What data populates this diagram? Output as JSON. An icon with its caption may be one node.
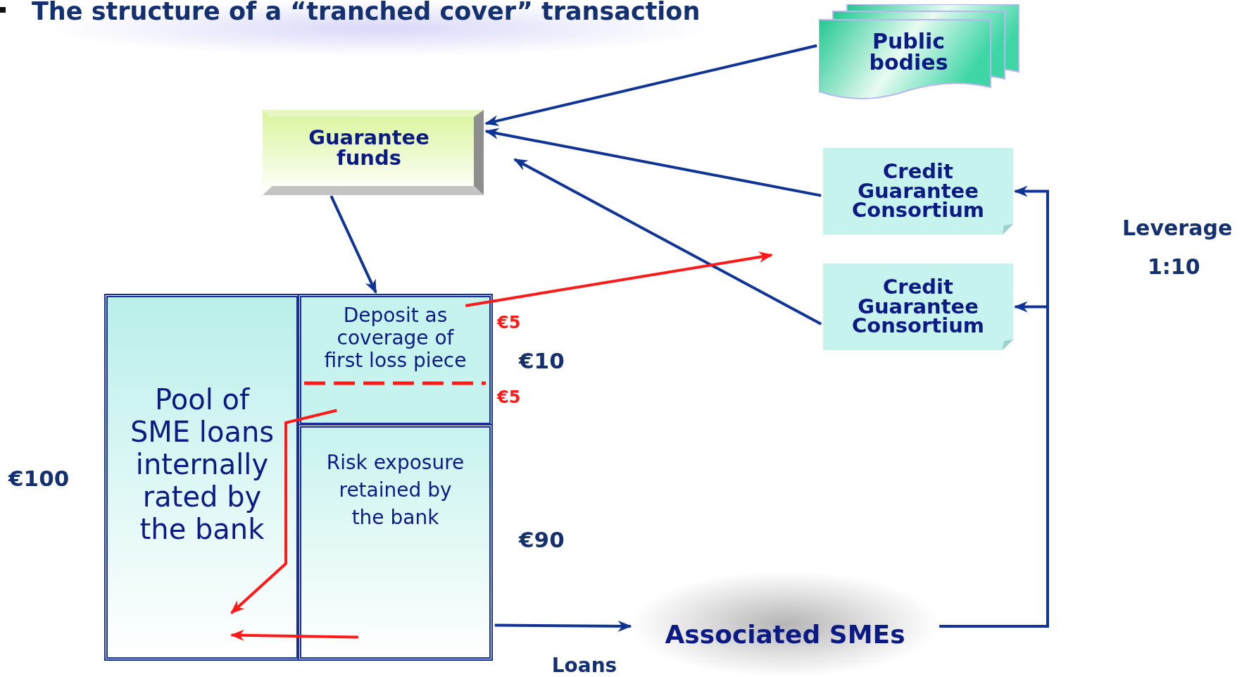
{
  "diagram": {
    "title": "The structure of a “tranched cover” transaction",
    "nodes": [
      {
        "text": [
          "Public bodies"
        ]
      },
      {
        "text": [
          "Guarantee funds"
        ]
      },
      {
        "text": [
          "Credit Guarantee Consortium"
        ]
      },
      {
        "text": [
          "Credit Guarantee Consortium"
        ]
      },
      {
        "text": [
          "Pool of SME loans internally rated by the bank"
        ]
      },
      {
        "text": [
          "Deposit as coverage of first loss piece"
        ]
      },
      {
        "text": [
          "Risk exposure retained by the bank"
        ]
      },
      {
        "text": [
          "Associated SMEs"
        ]
      }
    ],
    "edges": [
      {
        "from": 0,
        "to": 1,
        "arrow": "to"
      },
      {
        "from": 2,
        "to": 1,
        "arrow": "to"
      },
      {
        "from": 3,
        "to": 1,
        "arrow": "to"
      },
      {
        "from": 1,
        "to": 5,
        "arrow": "to"
      },
      {
        "from": 5,
        "to": null,
        "arrow": "to",
        "color": "#ff1a1a"
      },
      {
        "from": 5,
        "to": 4,
        "arrow": "to",
        "color": "#ff1a1a"
      },
      {
        "from": 6,
        "to": 4,
        "arrow": "to",
        "color": "#ff1a1a"
      },
      {
        "from": 6,
        "to": 7,
        "arrow": "to",
        "label": "Loans"
      },
      {
        "from": 7,
        "to": 2,
        "arrow": "to"
      },
      {
        "from": 7,
        "to": 3,
        "arrow": "to"
      }
    ],
    "labels": [
      "Leverage",
      "1:10",
      "€5",
      "€10",
      "€5",
      "€100",
      "€90"
    ]
  }
}
